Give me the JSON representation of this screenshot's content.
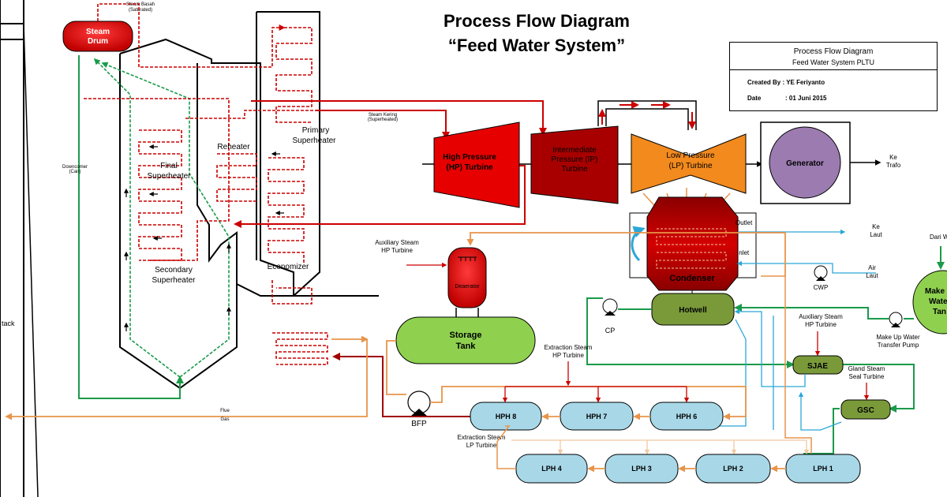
{
  "title": {
    "line1": "Process Flow Diagram",
    "line2": "“Feed Water System”"
  },
  "info_box": {
    "title": "Process Flow Diagram",
    "subtitle": "Feed Water System PLTU",
    "created_by": "Created By : YE Feriyanto",
    "date_label": "Date",
    "date_value": ": 01 Juni 2015"
  },
  "labels": {
    "stack": "tack",
    "steam_drum_1": "Steam",
    "steam_drum_2": "Drum",
    "steam_basah_1": "Steam Basah",
    "steam_basah_2": "(Saturated)",
    "downcomer_1": "Downcomer",
    "downcomer_2": "(Cair)",
    "final_sh_1": "Final",
    "final_sh_2": "Superheater",
    "secondary_sh_1": "Secondary",
    "secondary_sh_2": "Superheater",
    "reheater": "Reheater",
    "primary_sh_1": "Primary",
    "primary_sh_2": "Superheater",
    "economizer": "Economizer",
    "steam_kering_1": "Steam Kering",
    "steam_kering_2": "(Superheated)",
    "hp_turbine_1": "High Pressure",
    "hp_turbine_2": "(HP) Turbine",
    "ip_turbine_1": "Intermediate",
    "ip_turbine_2": "Pressure (IP)",
    "ip_turbine_3": "Turbine",
    "lp_turbine_1": "Low Pressure",
    "lp_turbine_2": "(LP) Turbine",
    "generator": "Generator",
    "ke_trafo_1": "Ke",
    "ke_trafo_2": "Trafo",
    "condenser": "Condenser",
    "outlet": "Outlet",
    "inlet": "Inlet",
    "ke_laut_1": "Ke",
    "ke_laut_2": "Laut",
    "air_laut_1": "Air",
    "air_laut_2": "Laut",
    "cwp": "CWP",
    "dari": "Dari W",
    "makeup_tank_1": "Make",
    "makeup_tank_2": "Wate",
    "makeup_tank_3": "Tan",
    "makeup_pump_1": "Make Up Water",
    "makeup_pump_2": "Transfer Pump",
    "hotwell": "Hotwell",
    "cp": "CP",
    "aux_steam_hp_a_1": "Auxiliary Steam",
    "aux_steam_hp_a_2": "HP Turbine",
    "aux_steam_hp_b_1": "Auxiliary Steam",
    "aux_steam_hp_b_2": "HP Turbine",
    "deaerator": "Deaerator",
    "storage_tank_1": "Storage",
    "storage_tank_2": "Tank",
    "sjae": "SJAE",
    "gland_steam_1": "Gland Steam",
    "gland_steam_2": "Seal Turbine",
    "gsc": "GSC",
    "extraction_hp_1": "Extraction Steam",
    "extraction_hp_2": "HP Turbine",
    "extraction_lp_1": "Extraction Steam",
    "extraction_lp_2": "LP Turbine",
    "bfp": "BFP",
    "flue_gas_1": "Flue",
    "flue_gas_2": "Gas",
    "hph8": "HPH 8",
    "hph7": "HPH 7",
    "hph6": "HPH 6",
    "lph4": "LPH 4",
    "lph3": "LPH 3",
    "lph2": "LPH 2",
    "lph1": "LPH 1"
  },
  "colors": {
    "steam_red": "#cc0000",
    "dark_red": "#a00000",
    "feed_orange": "#e8944a",
    "light_orange": "#f2c8a0",
    "condensate_green": "#1a9a4a",
    "sea_blue": "#2aa7d8",
    "heater_blue": "#a8d8e8",
    "tank_green": "#8fd14f",
    "hotwell_green": "#7a9a3a",
    "lp_orange": "#f28a1e",
    "generator_purple": "#9b7bb0"
  }
}
